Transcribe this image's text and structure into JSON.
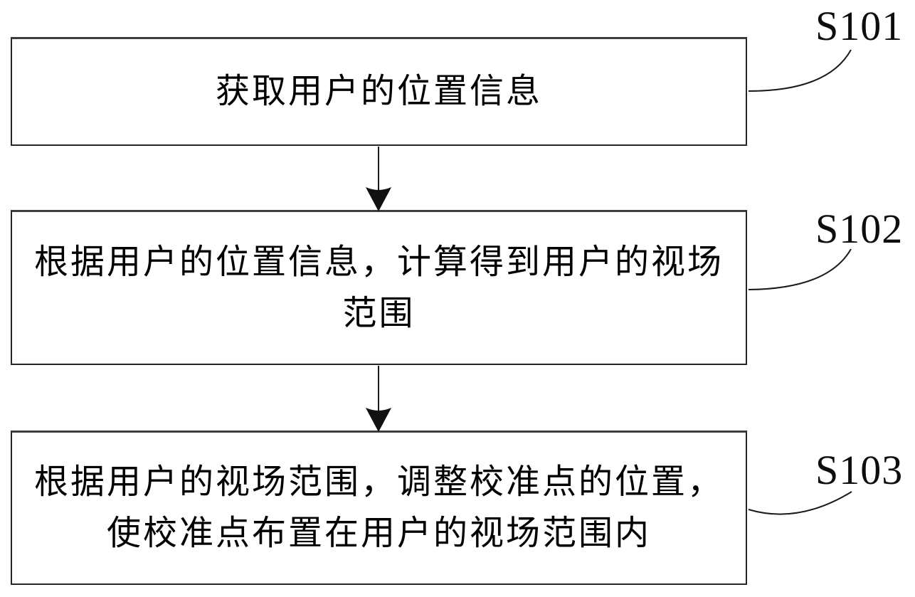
{
  "diagram": {
    "boxes": [
      {
        "label": "S101",
        "lines": [
          "获取用户的位置信息"
        ]
      },
      {
        "label": "S102",
        "lines": [
          "根据用户的位置信息，计算得到用户的视场",
          "范围"
        ]
      },
      {
        "label": "S103",
        "lines": [
          "根据用户的视场范围，调整校准点的位置，",
          "使校准点布置在用户的视场范围内"
        ]
      }
    ],
    "colors": {
      "line": "#1a1a1a",
      "border": "#262626",
      "text": "#000000",
      "background": "#ffffff"
    }
  }
}
